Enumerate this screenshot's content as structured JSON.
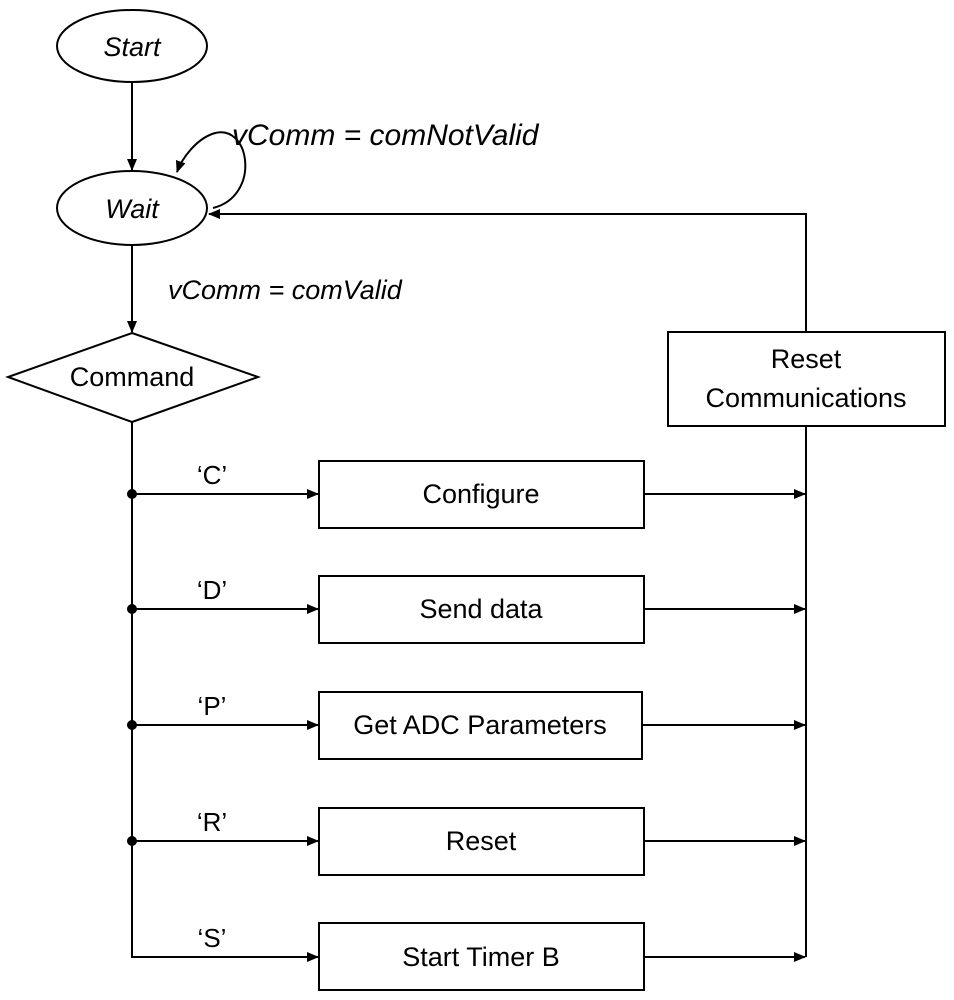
{
  "nodes": {
    "start": "Start",
    "wait": "Wait",
    "command": "Command",
    "reset_comm_line1": "Reset",
    "reset_comm_line2": "Communications"
  },
  "conditions": {
    "not_valid": "vComm =  comNotValid",
    "valid": "vComm = comValid"
  },
  "branches": [
    {
      "key": "‘C’",
      "action": "Configure"
    },
    {
      "key": "‘D’",
      "action": "Send data"
    },
    {
      "key": "‘P’",
      "action": "Get ADC Parameters"
    },
    {
      "key": "‘R’",
      "action": "Reset"
    },
    {
      "key": "‘S’",
      "action": "Start Timer B"
    }
  ]
}
